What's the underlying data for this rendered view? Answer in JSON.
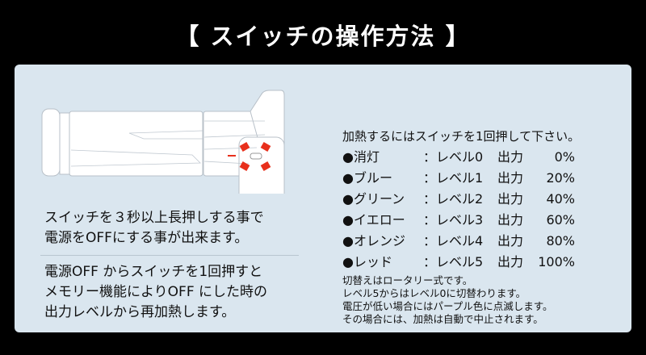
{
  "title": "【 スイッチの操作方法 】",
  "left": {
    "off_text": [
      "スイッチを３秒以上長押しする事で",
      "電源をOFFにする事が出来ます。"
    ],
    "memory_text": [
      "電源OFF からスイッチを1回押すと",
      "メモリー機能によりOFF にした時の",
      "出力レベルから再加熱します。"
    ]
  },
  "right": {
    "intro": "加熱するにはスイッチを1回押して下さい。",
    "levels": [
      {
        "name": "●消灯",
        "level": "：レベル0",
        "out": "出力",
        "pct": "0%"
      },
      {
        "name": "●ブルー",
        "level": "：レベル1",
        "out": "出力",
        "pct": "20%"
      },
      {
        "name": "●グリーン",
        "level": "：レベル2",
        "out": "出力",
        "pct": "40%"
      },
      {
        "name": "●イエロー",
        "level": "：レベル3",
        "out": "出力",
        "pct": "60%"
      },
      {
        "name": "●オレンジ",
        "level": "：レベル4",
        "out": "出力",
        "pct": "80%"
      },
      {
        "name": "●レッド",
        "level": "：レベル5",
        "out": "出力",
        "pct": "100%"
      }
    ],
    "notes": [
      "切替えはロータリー式です。",
      "レベル5からはレベル0に切替わります。",
      "電圧が低い場合にはパープル色に点滅します。",
      "その場合には、加熱は自動で中止されます。"
    ]
  },
  "colors": {
    "panel": "#dae6ef",
    "accent": "#e8301c"
  }
}
